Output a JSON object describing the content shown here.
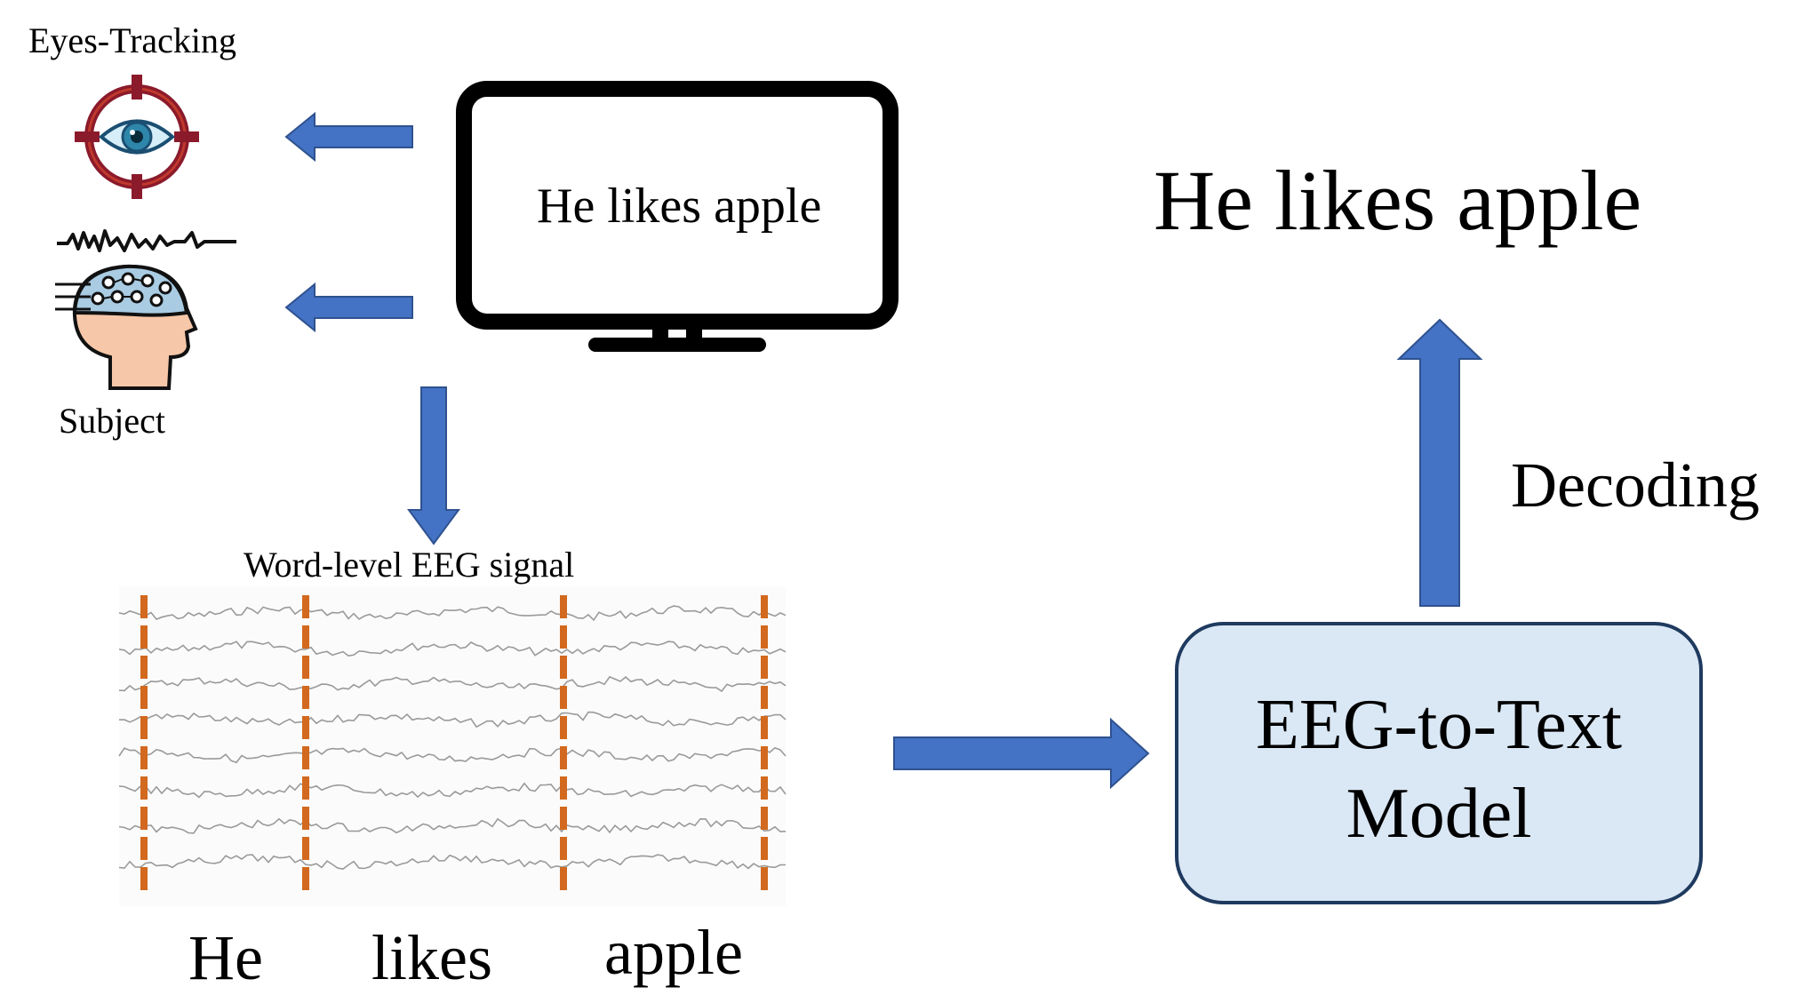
{
  "labels": {
    "eyes_tracking": "Eyes-Tracking",
    "subject": "Subject",
    "monitor_sentence": "He likes apple",
    "eeg_signal": "Word-level EEG signal",
    "words": [
      "He",
      "likes",
      "apple"
    ],
    "model": [
      "EEG-to-Text",
      "Model"
    ],
    "decoding": "Decoding",
    "output_sentence": "He likes apple"
  },
  "icons": {
    "eye_tracking": "eye-target-icon",
    "subject": "eeg-head-icon",
    "monitor": "monitor-icon"
  },
  "colors": {
    "arrow": "#4472C4",
    "arrow_stroke": "#2F528F",
    "model_fill": "#DAE7F4",
    "model_stroke": "#1F3A5F",
    "word_boundary": "#D2691E",
    "eeg_trace": "#9A9A9A",
    "eye_ring": "#8B1A2B",
    "eye_iris": "#2E86AB",
    "head_skin": "#F6C7A8",
    "cap": "#A9CCE3"
  }
}
